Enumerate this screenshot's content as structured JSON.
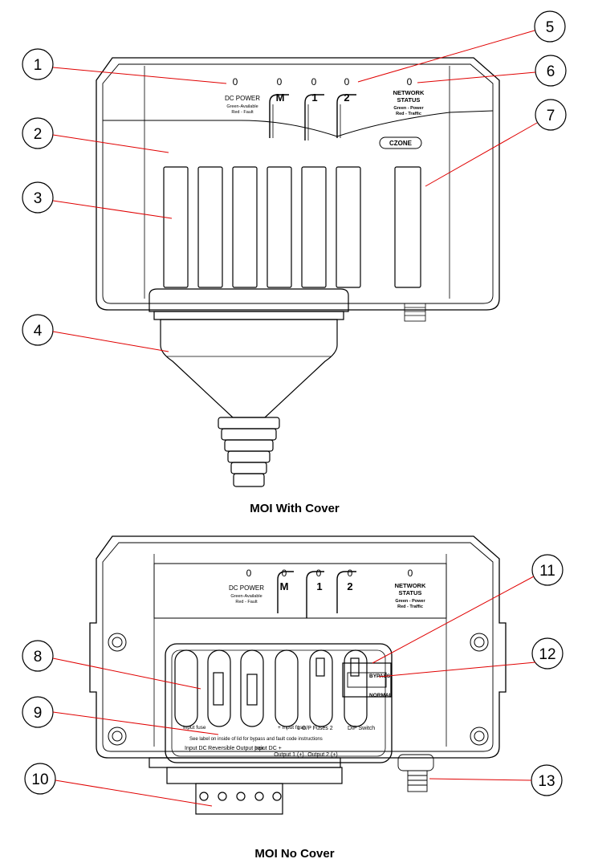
{
  "top_view": {
    "caption": "MOI With Cover",
    "leds": [
      "0",
      "0",
      "0",
      "0",
      "0"
    ],
    "dc_power_label": "DC POWER",
    "dc_power_green": "Green-Available",
    "dc_power_red": "Red - Fault",
    "channel_labels": [
      "M",
      "1",
      "2"
    ],
    "network_status_line1": "NETWORK",
    "network_status_line2": "STATUS",
    "network_status_green": "Green - Power",
    "network_status_red": "Red - Traffic",
    "logo_text": "CZONE",
    "callouts": [
      "1",
      "2",
      "3",
      "4",
      "5",
      "6",
      "7"
    ]
  },
  "bottom_view": {
    "caption": "MOI No Cover",
    "leds": [
      "0",
      "0",
      "0",
      "0",
      "0"
    ],
    "dc_power_label": "DC POWER",
    "dc_power_green": "Green-Available",
    "dc_power_red": "Red - Fault",
    "channel_labels": [
      "M",
      "1",
      "2"
    ],
    "network_status_line1": "NETWORK",
    "network_status_line2": "STATUS",
    "network_status_green": "Green - Power",
    "network_status_red": "Red - Traffic",
    "bypass_label": "BYPASS",
    "normal_label": "NORMAL",
    "input_fuse_left": "Input fuse",
    "input_fuse_plus": "+ Input fuse",
    "op_fuses": "1 O/P Fuses 2",
    "dip_switch": "DIP Switch",
    "lid_instructions": "See label on inside of lid for bypass and fault code instructions",
    "terminal_labels": [
      "Input DC -",
      "Reversible Output pair",
      "Input DC +",
      "Output 1 (+)",
      "Output 2 (+)"
    ],
    "callouts": [
      "8",
      "9",
      "10",
      "11",
      "12",
      "13"
    ]
  },
  "accent_color": "#e00000"
}
